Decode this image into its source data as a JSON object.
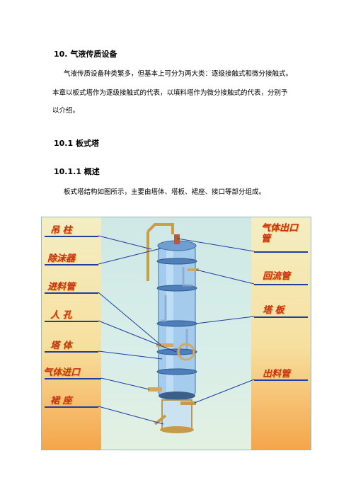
{
  "section": {
    "heading": "10.  气液传质设备"
  },
  "intro": {
    "line1": "气液传质设备种类繁多，但基本上可分为两大类：逐级接触式和微分接触式。",
    "line2": "本章以板式塔作为逐级接触式的代表，以填料塔作为微分接触式的代表，分别予",
    "line3": "以介绍。"
  },
  "sub": {
    "heading": "10.1  板式塔"
  },
  "subsub": {
    "heading": "10.1.1  概述",
    "text": "板式塔结构如图所示，主要由塔体、塔板、裙座、接口等部分组成。"
  },
  "figure": {
    "left_labels": [
      "吊  柱",
      "除沫器",
      "进料管",
      "人  孔",
      "塔  体",
      "气体进口",
      "裙  座"
    ],
    "right_labels": [
      "气体出口管",
      "回流管",
      "塔  板",
      "出料管"
    ],
    "colors": {
      "label": "#c4341d",
      "line": "#1f3fa0",
      "tower": "#7fb6e6"
    }
  }
}
